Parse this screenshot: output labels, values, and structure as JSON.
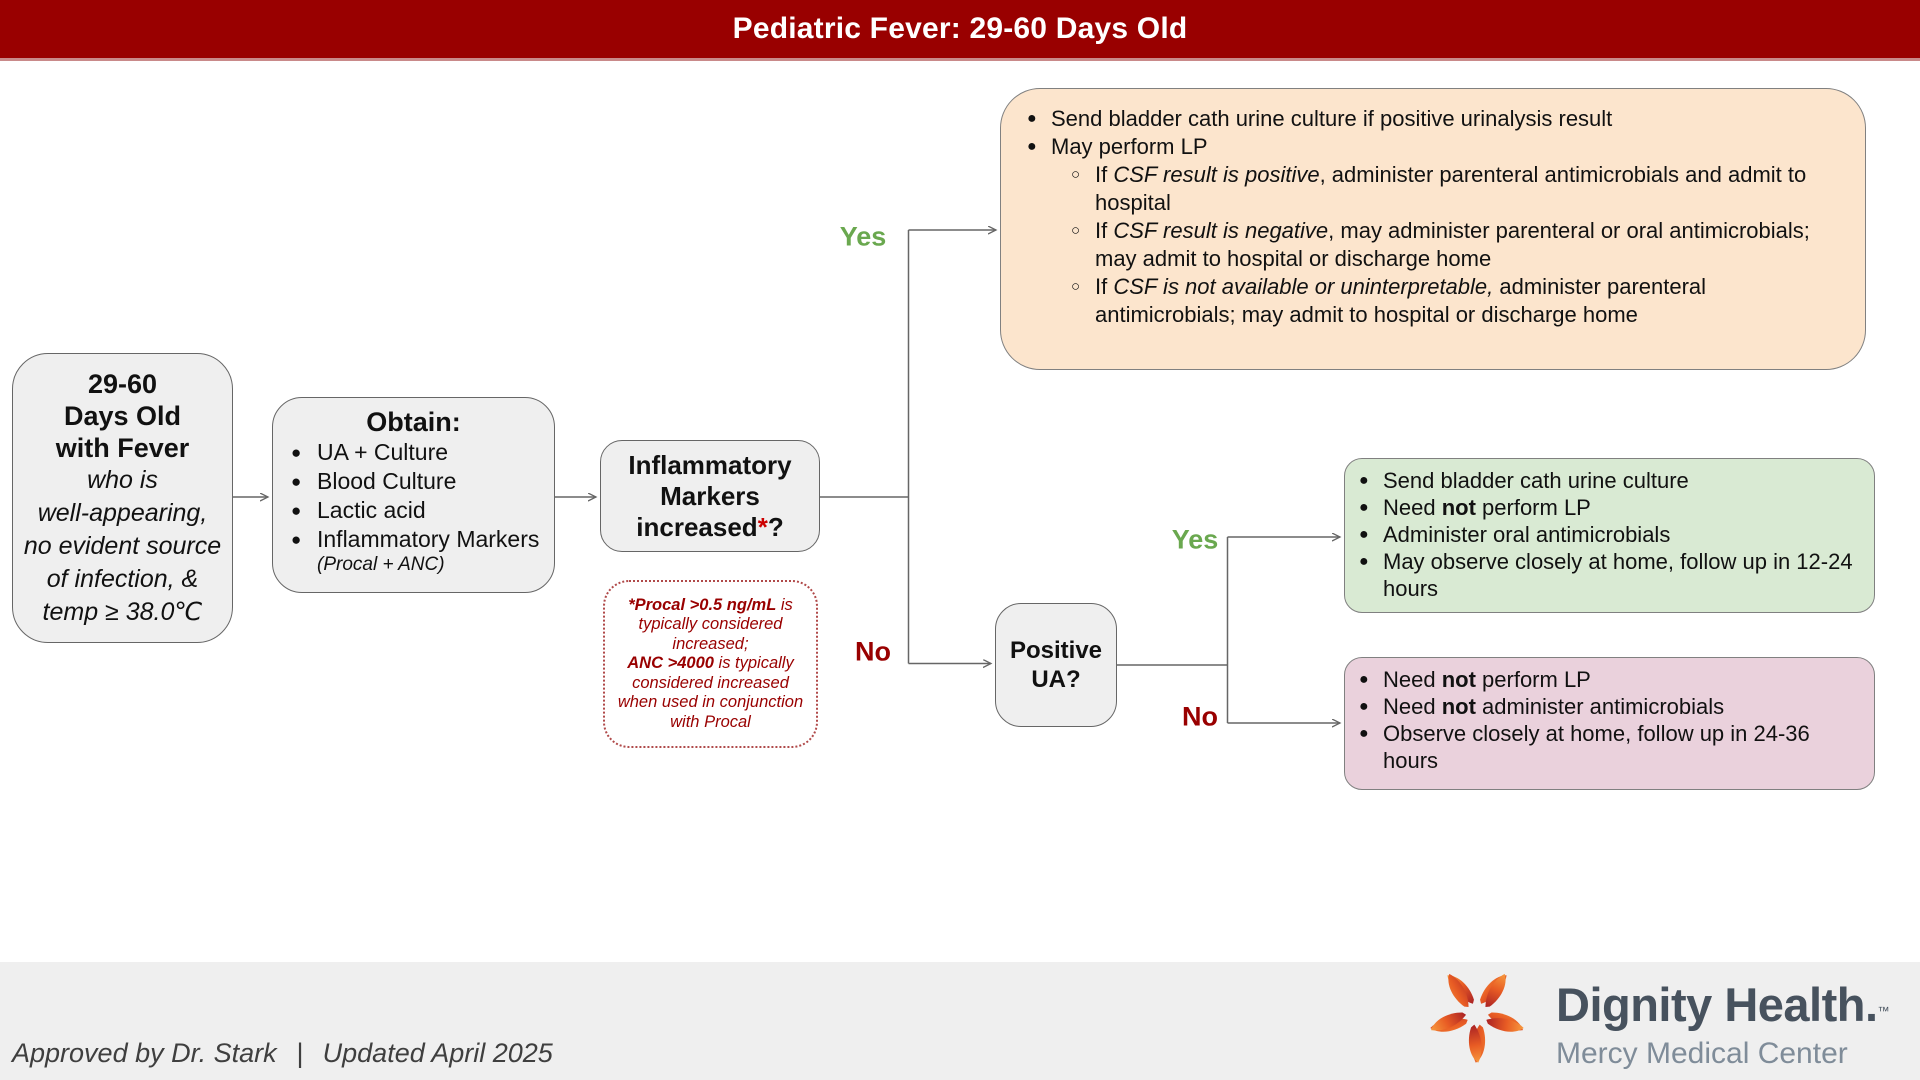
{
  "title_bar": {
    "title": "Pediatric Fever: 29-60 Days Old"
  },
  "glyphs": {
    "bullet": "●",
    "sub_bullet": "○",
    "separator": "|"
  },
  "colors": {
    "header_red": "#990000",
    "yes_green": "#6aa84f",
    "no_red": "#990000",
    "footnote_red": "#990000",
    "orange_fill": "#fce5cd",
    "green_fill": "#d9ead3",
    "pink_fill": "#ead1dc",
    "node_fill": "#efefef"
  },
  "start_box": {
    "title_lines": [
      "29-60",
      "Days Old",
      "with Fever"
    ],
    "subtitle_lines": [
      "who is",
      "well-appearing,",
      "no evident source",
      "of infection, &",
      "temp ≥ 38.0℃"
    ]
  },
  "obtain_box": {
    "title": "Obtain:",
    "bullets": [
      "UA + Culture",
      "Blood Culture",
      "Lactic acid",
      "Inflammatory Markers"
    ],
    "note": "(Procal + ANC)"
  },
  "decision_markers": {
    "line1": "Inflammatory",
    "line2": "Markers",
    "line3_pre": "increased",
    "line3_star": "*",
    "line3_post": "?"
  },
  "footnote": {
    "seg1": "*Procal >0.5 ng/mL",
    "seg2": " is typically considered increased;",
    "seg3": "ANC >4000",
    "seg4": " is typically considered increased when used in conjunction with Procal"
  },
  "labels": {
    "yes1": "Yes",
    "no1": "No",
    "yes2": "Yes",
    "no2": "No"
  },
  "decision_ua": {
    "line1": "Positive",
    "line2": "UA?"
  },
  "outcome_lp": {
    "items": [
      {
        "pre": "Send bladder cath urine culture if positive urinalysis result",
        "em": "",
        "post": ""
      },
      {
        "pre": "May perform LP",
        "em": "",
        "post": ""
      },
      {
        "pre": "If ",
        "em": "CSF result is positive",
        "post": ", administer parenteral antimicrobials and admit to hospital"
      },
      {
        "pre": "If ",
        "em": "CSF result is negative",
        "post": ", may administer parenteral or oral antimicrobials; may admit to hospital or discharge home"
      },
      {
        "pre": "If ",
        "em": "CSF is not available or uninterpretable,",
        "post": " administer parenteral antimicrobials; may admit to hospital or discharge home"
      }
    ]
  },
  "outcome_positive_ua": {
    "items": [
      {
        "pre": "Send bladder cath urine culture",
        "bold": "",
        "post": ""
      },
      {
        "pre": "Need ",
        "bold": "not",
        "post": " perform LP"
      },
      {
        "pre": "Administer oral antimicrobials",
        "bold": "",
        "post": ""
      },
      {
        "pre": "May observe closely at home, follow up in 12-24 hours",
        "bold": "",
        "post": ""
      }
    ]
  },
  "outcome_negative_ua": {
    "items": [
      {
        "pre": "Need ",
        "bold": "not",
        "post": " perform LP"
      },
      {
        "pre": "Need ",
        "bold": "not",
        "post": " administer antimicrobials"
      },
      {
        "pre": "Observe closely at home, follow up in 24-36 hours",
        "bold": "",
        "post": ""
      }
    ]
  },
  "footer": {
    "approved": "Approved by Dr. Stark",
    "updated": "Updated April 2025",
    "brand": "Dignity Health.",
    "brand_tm": "™",
    "subbrand": "Mercy Medical Center"
  }
}
